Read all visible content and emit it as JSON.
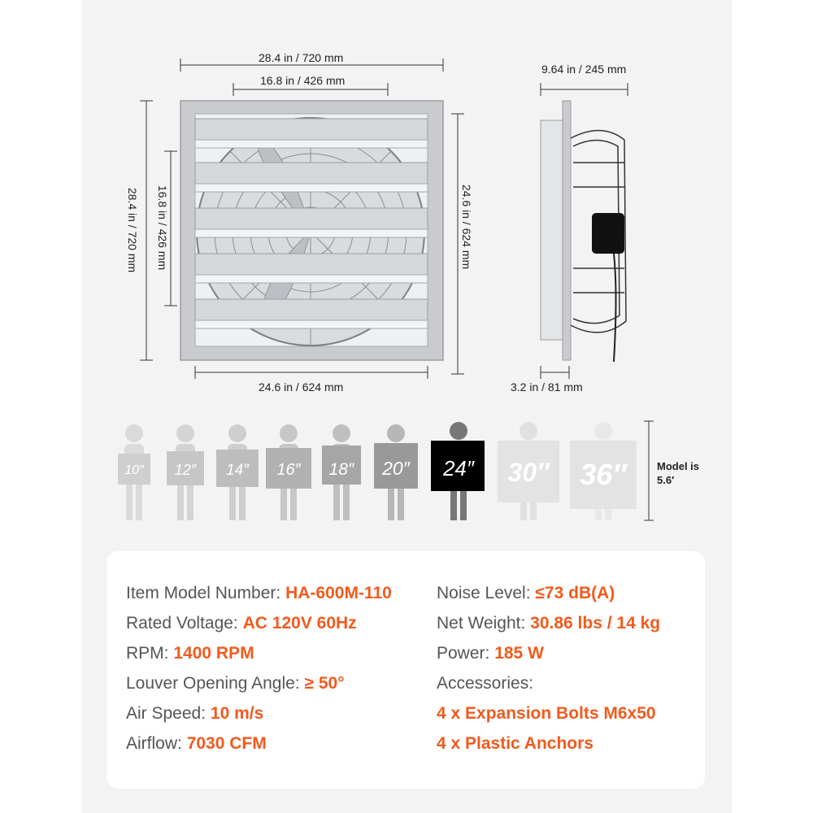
{
  "dimensions": {
    "front_total_width": "28.4 in / 720 mm",
    "front_inner_width": "16.8 in / 426 mm",
    "front_total_height": "28.4 in / 720 mm",
    "front_inner_height": "16.8 in / 426 mm",
    "front_frame_height": "24.6 in / 624 mm",
    "front_frame_width": "24.6 in / 624 mm",
    "side_depth": "9.64 in / 245 mm",
    "side_frame_depth": "3.2 in / 81 mm"
  },
  "size_comparison": {
    "sizes": [
      "10″",
      "12″",
      "14″",
      "16″",
      "18″",
      "20″",
      "24″",
      "30″",
      "36″"
    ],
    "highlighted": "24″",
    "model_note_line1": "Model is",
    "model_note_line2": "5.6′"
  },
  "specs": {
    "left": [
      {
        "label": "Item Model Number: ",
        "value": "HA-600M-110"
      },
      {
        "label": "Rated Voltage: ",
        "value": "AC 120V 60Hz"
      },
      {
        "label": "RPM: ",
        "value": "1400 RPM"
      },
      {
        "label": "Louver Opening Angle: ",
        "value": "≥ 50°"
      },
      {
        "label": "Air Speed: ",
        "value": "10 m/s"
      },
      {
        "label": "Airflow: ",
        "value": "7030 CFM"
      }
    ],
    "right": [
      {
        "label": "Noise Level: ",
        "value": "≤73 dB(A)"
      },
      {
        "label": "Net Weight: ",
        "value": "30.86 lbs / 14 kg"
      },
      {
        "label": "Power: ",
        "value": "185 W"
      },
      {
        "label": "Accessories:",
        "value": ""
      }
    ],
    "accessories": [
      "4 x Expansion Bolts M6x50",
      "4 x Plastic Anchors"
    ]
  },
  "colors": {
    "accent": "#f25a1d",
    "label": "#555555",
    "panel": "#f3f3f3",
    "highlight": "#000000"
  }
}
